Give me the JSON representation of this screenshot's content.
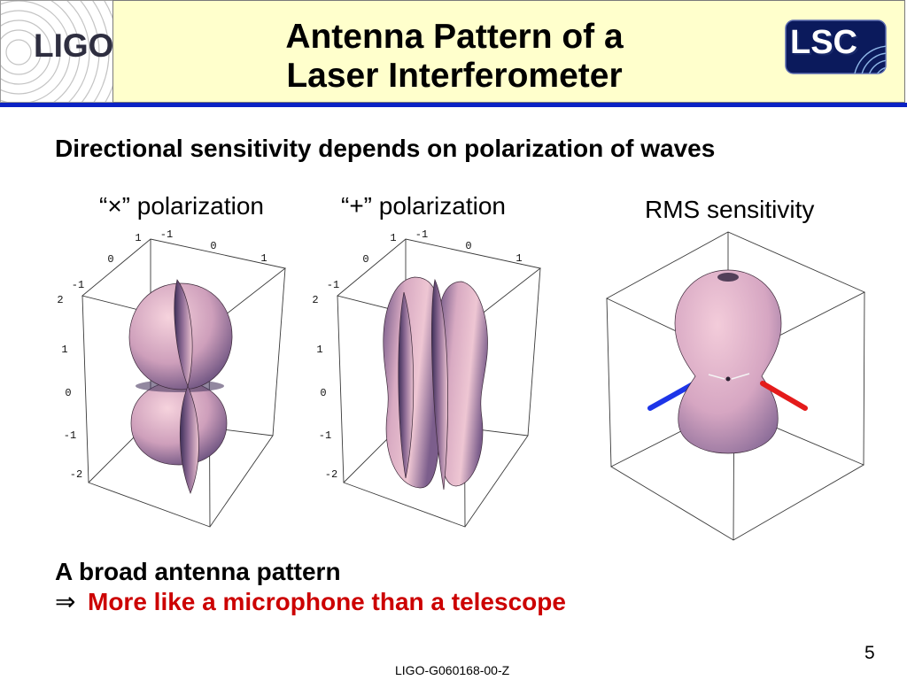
{
  "header": {
    "logo_left": "LIGO",
    "title_lines": [
      "Antenna Pattern of a",
      "Laser Interferometer"
    ],
    "logo_right": "LSC"
  },
  "subtitle": "Directional sensitivity depends on polarization of waves",
  "plots": [
    {
      "label": "“×” polarization",
      "x_ticks": [
        "-1",
        "0",
        "1"
      ],
      "y_ticks": [
        "-1",
        "0",
        "1"
      ],
      "z_ticks": [
        "2",
        "1",
        "0",
        "-1",
        "-2"
      ]
    },
    {
      "label": "“+” polarization",
      "x_ticks": [
        "-1",
        "0",
        "1"
      ],
      "y_ticks": [
        "-1",
        "0",
        "1"
      ],
      "z_ticks": [
        "2",
        "1",
        "0",
        "-1",
        "-2"
      ]
    },
    {
      "label": "RMS sensitivity"
    }
  ],
  "conclusion": {
    "line1": "A broad antenna pattern",
    "arrow": "⇒",
    "emphasis": "More like a microphone than a telescope"
  },
  "page_number": "5",
  "footer": "LIGO-G060168-00-Z",
  "colors": {
    "header_background": "#FFFFCC",
    "header_rule": "#0B22C4",
    "emphasis_text": "#CC0000",
    "arm_negative": "#1D35E8",
    "arm_positive": "#E41B1B"
  }
}
